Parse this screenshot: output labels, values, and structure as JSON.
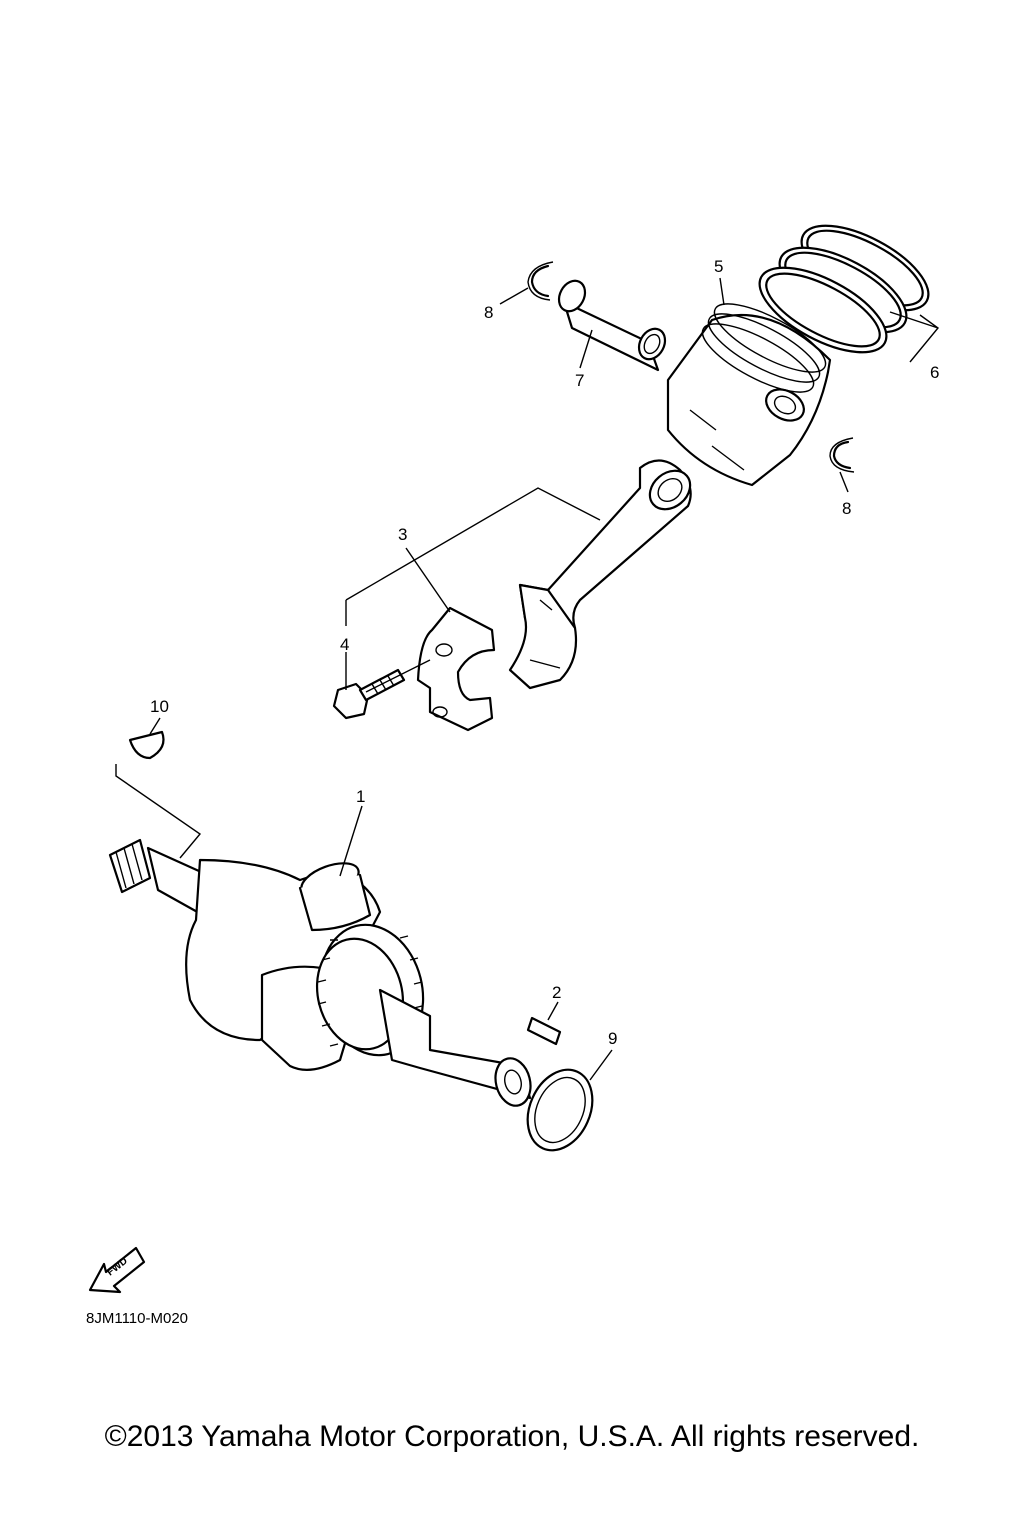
{
  "callouts": {
    "c1": "1",
    "c2": "2",
    "c3": "3",
    "c4": "4",
    "c5": "5",
    "c6": "6",
    "c7": "7",
    "c8a": "8",
    "c8b": "8",
    "c9": "9",
    "c10": "10"
  },
  "fwd_label": "FWD",
  "diagram_code": "8JM1110-M020",
  "copyright": "©2013 Yamaha Motor Corporation, U.S.A. All rights reserved."
}
